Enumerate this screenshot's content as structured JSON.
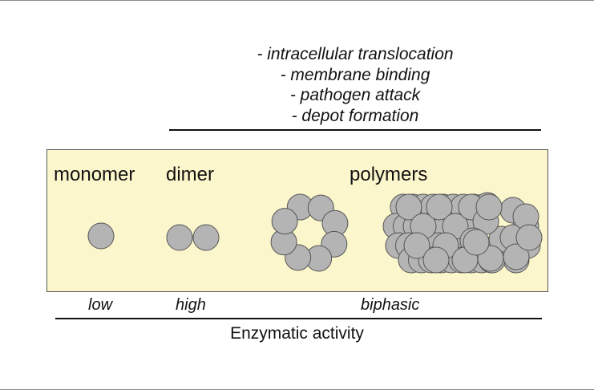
{
  "functions_list": {
    "items": [
      "- intracellular translocation",
      "- membrane binding",
      "- pathogen attack",
      "- depot formation"
    ]
  },
  "panel": {
    "background_color": "#fbf6cb",
    "labels": {
      "monomer": "monomer",
      "dimer": "dimer",
      "polymers": "polymers"
    },
    "subunit_fill": "#b4b4b4",
    "subunit_stroke": "#555555",
    "ring_subunit_count": 8
  },
  "activity_levels": {
    "monomer": "low",
    "dimer": "high",
    "polymers": "biphasic"
  },
  "axis_caption": "Enzymatic activity"
}
